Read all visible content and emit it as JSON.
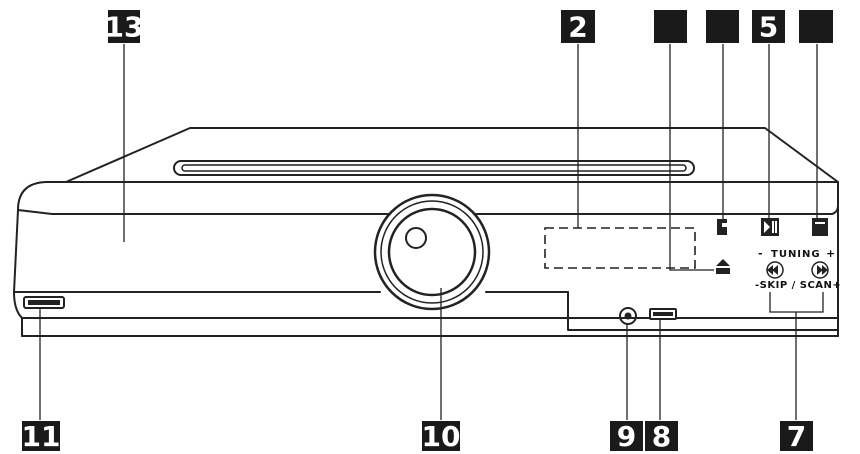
{
  "callouts": [
    {
      "id": "13",
      "text": "13"
    },
    {
      "id": "2",
      "text": "2"
    },
    {
      "id": "3",
      "text": ""
    },
    {
      "id": "4",
      "text": ""
    },
    {
      "id": "5",
      "text": "5"
    },
    {
      "id": "6",
      "text": ""
    },
    {
      "id": "11",
      "text": "11"
    },
    {
      "id": "10",
      "text": "10"
    },
    {
      "id": "9",
      "text": "9"
    },
    {
      "id": "8",
      "text": "8"
    },
    {
      "id": "7",
      "text": "7"
    }
  ],
  "panel": {
    "tuning_label": "TUNING",
    "tuning_minus": "-",
    "tuning_plus": "+",
    "skip_scan_label": "-SKIP / SCAN+"
  },
  "icons": {
    "eject": "eject-icon",
    "function": "function-icon",
    "play_pause": "play-pause-icon",
    "stop": "stop-icon",
    "skip_back": "skip-back-icon",
    "skip_forward": "skip-forward-icon",
    "volume": "volume-knob-icon",
    "headphone": "headphone-jack-icon",
    "usb": "usb-port-icon",
    "disc_tray": "disc-tray-icon"
  },
  "colors": {
    "stroke": "#222222",
    "label_bg": "#1a1a1a",
    "label_text": "#ffffff"
  }
}
